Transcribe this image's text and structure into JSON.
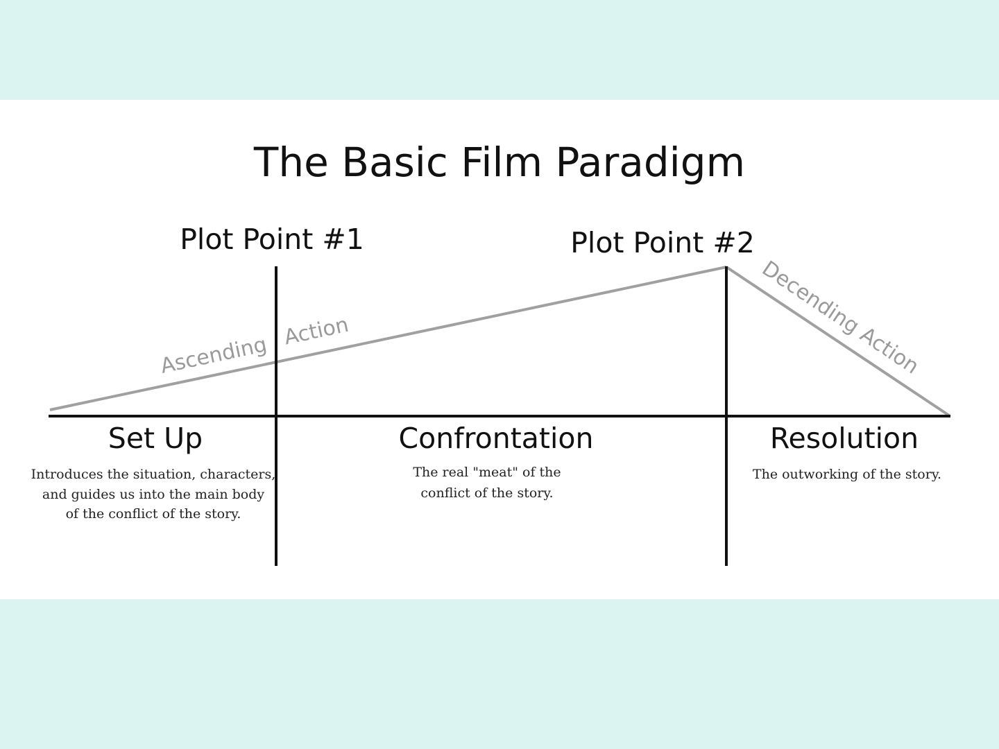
{
  "title": "The Basic Film Paradigm",
  "plot_points": {
    "first": "Plot Point #1",
    "second": "Plot Point #2"
  },
  "action_labels": {
    "ascending_left": "Ascending",
    "ascending_right": "Action",
    "descending": "Decending Action"
  },
  "sections": [
    {
      "name": "Set Up",
      "description": [
        "Introduces the situation, characters,",
        "and guides us into the main body",
        "of the conflict of the story."
      ]
    },
    {
      "name": "Confrontation",
      "description": [
        "The real \"meat\" of the",
        "conflict of the story."
      ]
    },
    {
      "name": "Resolution",
      "description": [
        "The outworking of the story."
      ]
    }
  ],
  "colors": {
    "page_band": "#dcf4f1",
    "panel": "#ffffff",
    "ink": "#111111",
    "action_line": "#a0a0a0"
  }
}
